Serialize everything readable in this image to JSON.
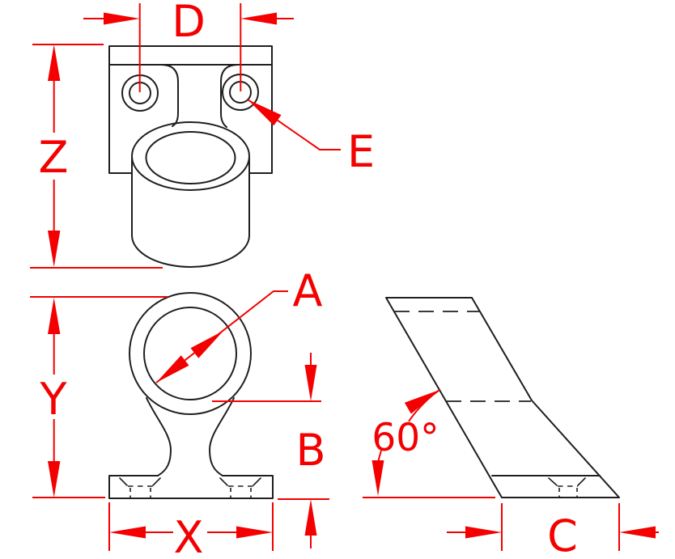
{
  "drawing": {
    "kind": "engineering-drawing-three-views",
    "colors": {
      "dimension_red": "#f40000",
      "part_line_black": "#1f1f1f",
      "background": "#ffffff"
    },
    "views": {
      "top": {
        "labels": {
          "hole_spacing": "D",
          "depth_overall": "Z",
          "mount_hole": "E"
        }
      },
      "front": {
        "labels": {
          "bore_diameter": "A",
          "height_overall": "Y",
          "bore_to_base": "B",
          "base_width": "X"
        }
      },
      "side": {
        "labels": {
          "slant_angle": "60°",
          "base_depth": "C"
        }
      }
    }
  }
}
